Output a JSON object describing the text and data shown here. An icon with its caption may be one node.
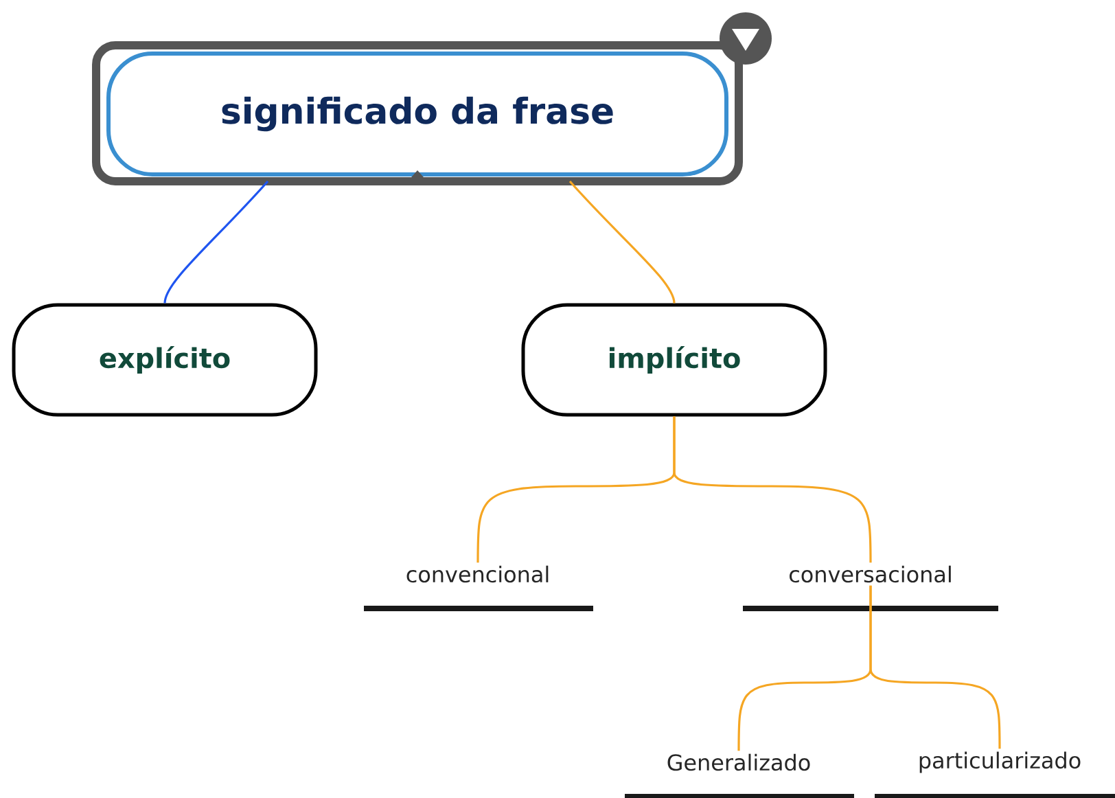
{
  "diagram": {
    "nodes": [
      {
        "text": [
          "significado da frase"
        ]
      },
      {
        "text": [
          "explícito"
        ]
      },
      {
        "text": [
          "implícito"
        ]
      },
      {
        "text": [
          "convencional"
        ]
      },
      {
        "text": [
          "conversacional"
        ]
      },
      {
        "text": [
          "Generalizado"
        ]
      },
      {
        "text": [
          "particularizado"
        ]
      }
    ],
    "edges": [
      {
        "from": 0,
        "to": 1,
        "arrow": "none",
        "color": "#1f55f0"
      },
      {
        "from": 0,
        "to": 2,
        "arrow": "none"
      },
      {
        "from": 2,
        "to": 3,
        "arrow": "none"
      },
      {
        "from": 2,
        "to": 4,
        "arrow": "none"
      },
      {
        "from": 4,
        "to": 5,
        "arrow": "none"
      },
      {
        "from": 4,
        "to": 6,
        "arrow": "none"
      }
    ]
  }
}
